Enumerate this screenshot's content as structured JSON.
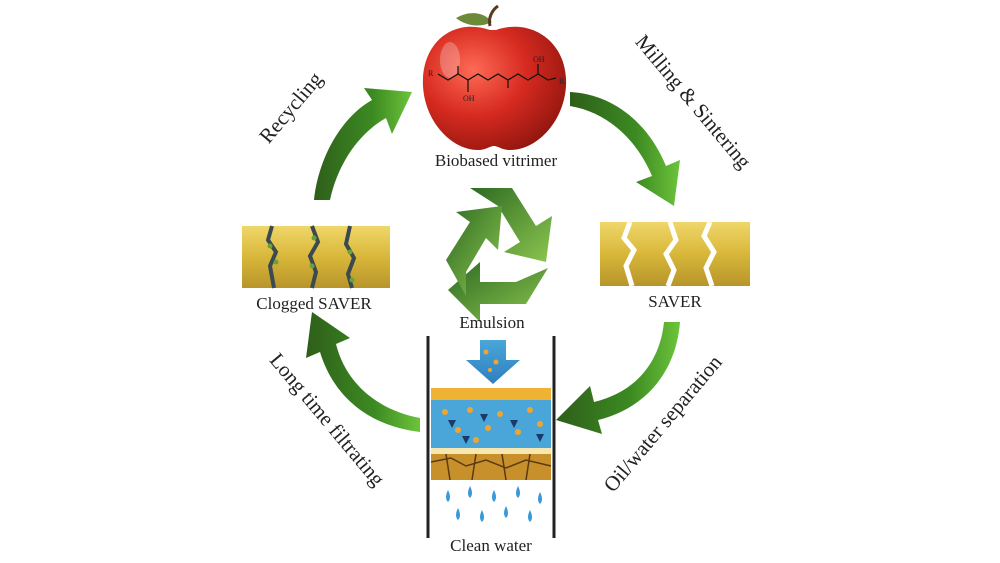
{
  "labels": {
    "center_top": "Biobased vitrimer",
    "left_material": "Clogged SAVER",
    "right_material": "SAVER",
    "center": "Emulsion",
    "bottom": "Clean water"
  },
  "cycle_steps": {
    "top_left": "Recycling",
    "top_right": "Milling & Sintering",
    "bottom_right": "Oil/water separation",
    "bottom_left": "Long time filtrating"
  },
  "structure_labels": {
    "r_left": "R",
    "r_right": "R",
    "oh_top": "OH",
    "oh_bottom": "OH"
  },
  "icons": {
    "apple": "apple-icon",
    "recycle": "recycle-icon",
    "filter_column": "filter-column-icon"
  },
  "colors": {
    "apple_red": "#d62a20",
    "arrow_green": "#46a829",
    "arrow_dark": "#2e5e1a",
    "membrane_gold": "#d8b73a",
    "water_blue": "#4aa6d8",
    "oil_orange": "#f0a532"
  }
}
